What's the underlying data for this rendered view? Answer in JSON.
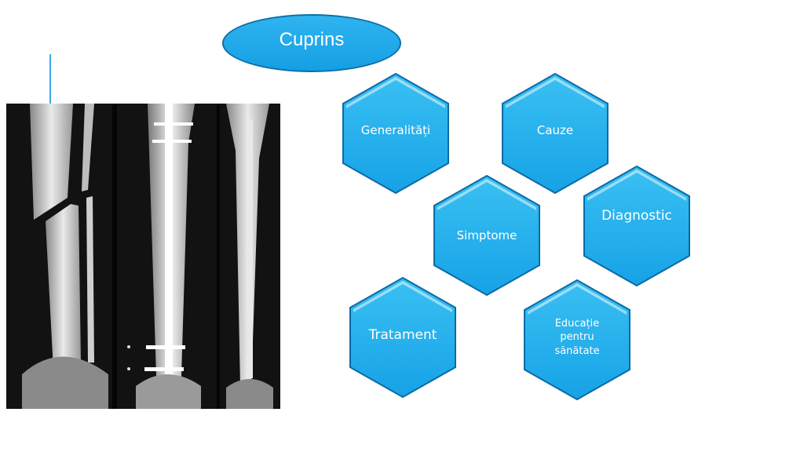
{
  "title": "Cuprins",
  "hexagons": [
    {
      "label": "Generalități"
    },
    {
      "label": "Cauze"
    },
    {
      "label": "Simptome"
    },
    {
      "label": "Diagnostic"
    },
    {
      "label": "Tratament"
    },
    {
      "label": "Educație\npentru\nsănătate"
    }
  ],
  "colors": {
    "hex_fill_top": "#3ac0f3",
    "hex_fill_bottom": "#16a2e6",
    "hex_border": "#0c6aa6",
    "accent": "#3aaee0"
  },
  "image": {
    "description_icon": "xray-image"
  }
}
